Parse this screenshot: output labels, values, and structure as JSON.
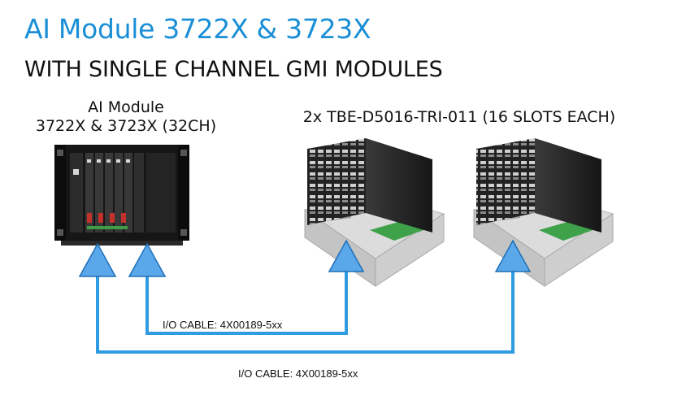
{
  "title": "AI Module 3722X & 3723X",
  "subtitle": "WITH SINGLE CHANNEL GMI MODULES",
  "ai_module": {
    "label_line1": "AI Module",
    "label_line2": "3722X & 3723X (32CH)"
  },
  "termination_boards": {
    "label": "2x TBE-D5016-TRI-011 (16 SLOTS EACH)"
  },
  "cables": [
    {
      "label": "I/O CABLE: 4X00189-5xx"
    },
    {
      "label": "I/O CABLE: 4X00189-5xx"
    }
  ],
  "colors": {
    "title": "#1a8fd6",
    "connector": "#2f9be0",
    "arrow_fill": "#5aa7ea"
  }
}
